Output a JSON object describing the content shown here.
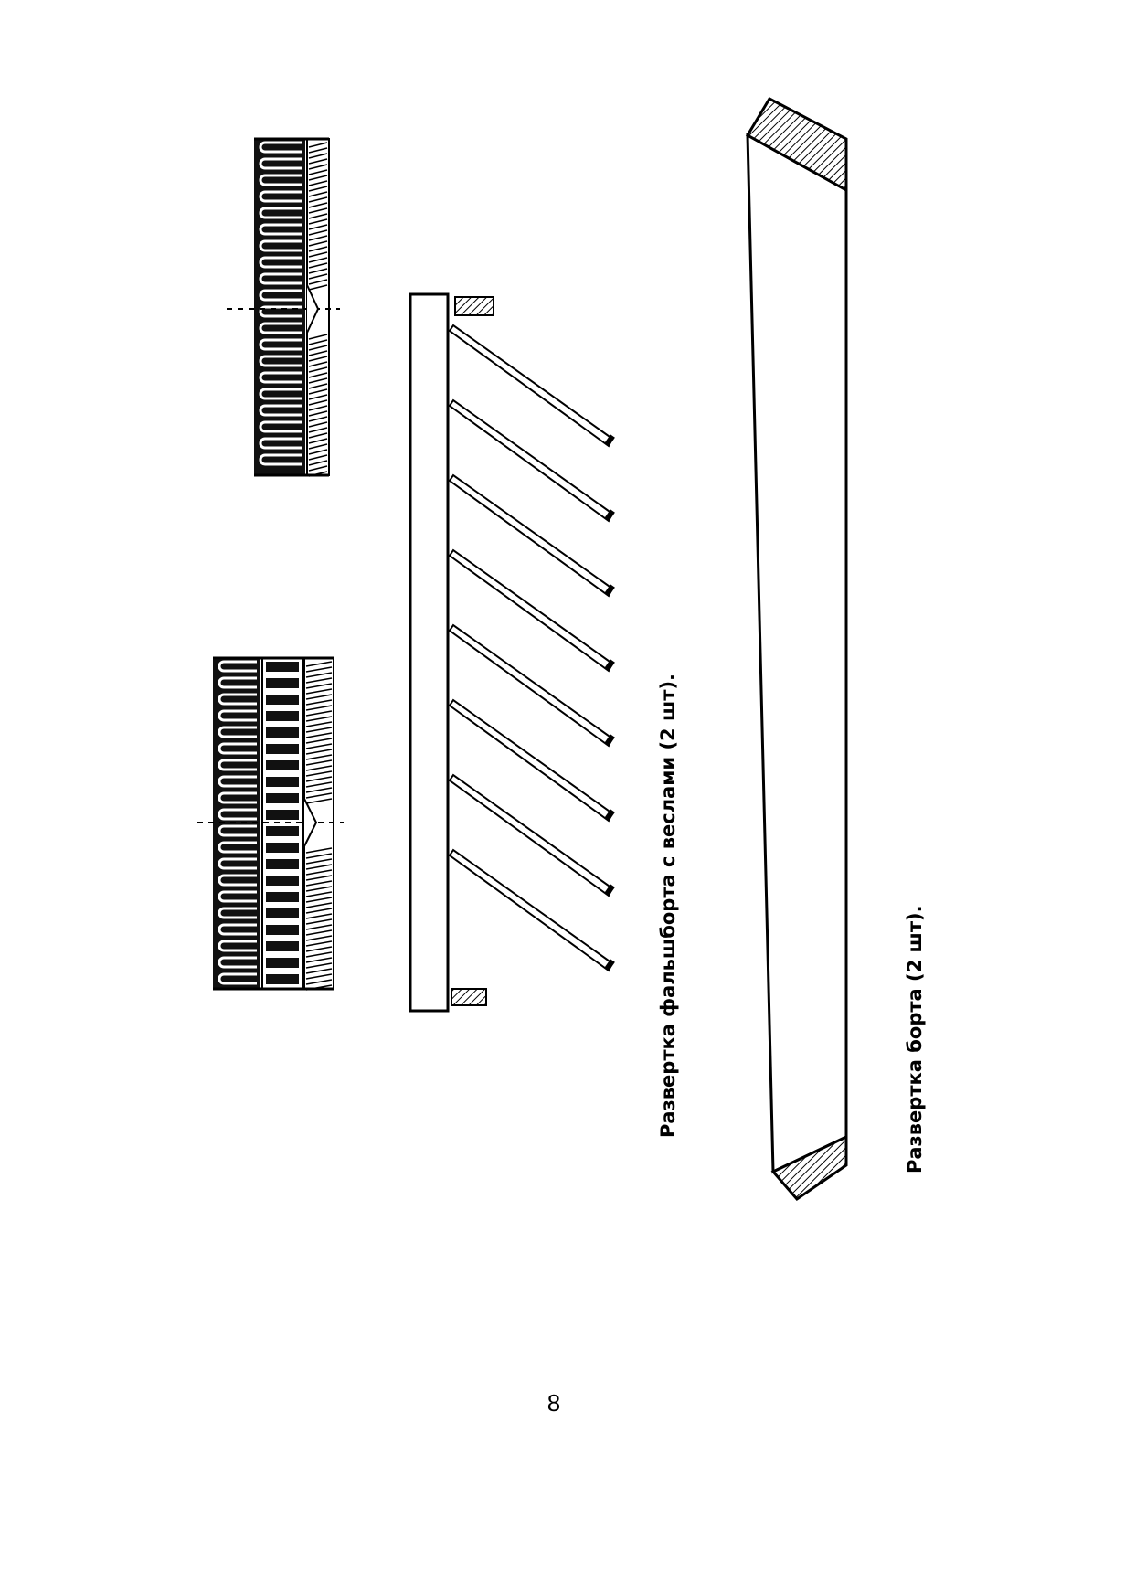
{
  "captions": {
    "bulwark_with_oars": "Развертка фальшборта с веслами (2 шт).",
    "side": "Развертка борта (2 шт)."
  },
  "page_number": "8",
  "colors": {
    "ink": "#000000",
    "paper": "#ffffff"
  },
  "oars": {
    "count": 8
  }
}
